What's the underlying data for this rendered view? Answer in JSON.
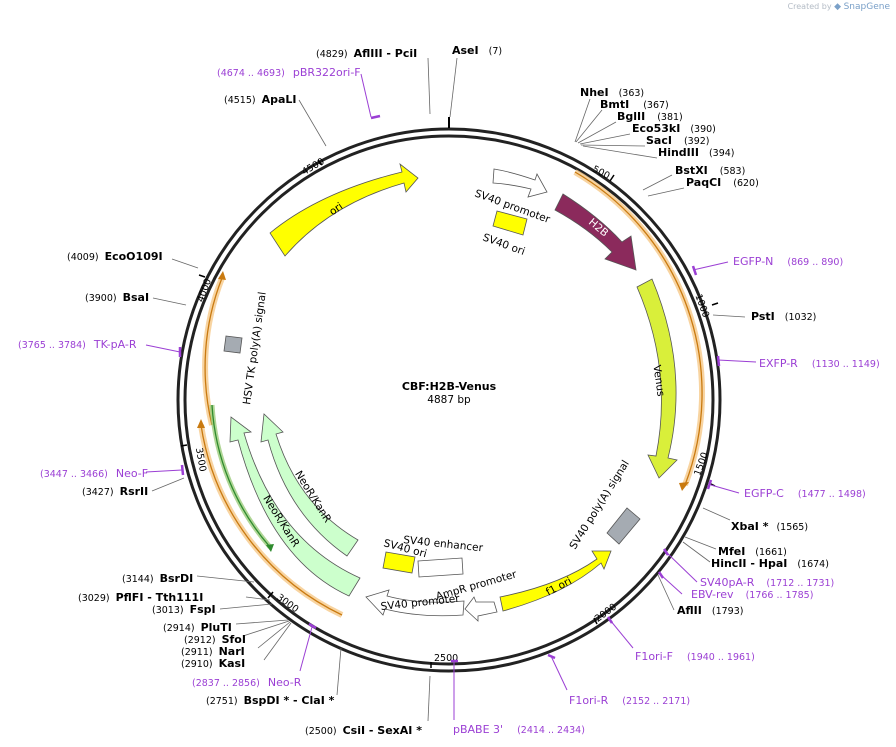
{
  "branding": {
    "created_by": "Created by",
    "app": "SnapGene"
  },
  "plasmid": {
    "name": "CBF:H2B-Venus",
    "length_label": "4887 bp"
  },
  "ruler": [
    "500",
    "1000",
    "1500",
    "2000",
    "2500",
    "3000",
    "3500",
    "4000",
    "4500"
  ],
  "sites": [
    {
      "name": "AseI",
      "pos": "(7)"
    },
    {
      "pos": "(4829)",
      "name": "AflIII  - PciI"
    },
    {
      "name": "NheI",
      "pos": "(363)"
    },
    {
      "name": "BmtI",
      "pos": "(367)"
    },
    {
      "name": "BglII",
      "pos": "(381)"
    },
    {
      "name": "Eco53kI",
      "pos": "(390)"
    },
    {
      "name": "SacI",
      "pos": "(392)"
    },
    {
      "name": "HindIII",
      "pos": "(394)"
    },
    {
      "name": "BstXI",
      "pos": "(583)"
    },
    {
      "name": "PaqCI",
      "pos": "(620)"
    },
    {
      "name": "PstI",
      "pos": "(1032)"
    },
    {
      "name": "XbaI *",
      "pos": "(1565)"
    },
    {
      "name": "MfeI",
      "pos": "(1661)"
    },
    {
      "name": "HincII  - HpaI",
      "pos": "(1674)"
    },
    {
      "name": "AflII",
      "pos": "(1793)"
    },
    {
      "pos": "(2500)",
      "name": "CsiI  - SexAI *"
    },
    {
      "pos": "(2751)",
      "name": "BspDI *  - ClaI *"
    },
    {
      "pos": "(2910)",
      "name": "KasI"
    },
    {
      "pos": "(2911)",
      "name": "NarI"
    },
    {
      "pos": "(2912)",
      "name": "SfoI"
    },
    {
      "pos": "(2914)",
      "name": "PluTI"
    },
    {
      "pos": "(3013)",
      "name": "FspI"
    },
    {
      "pos": "(3029)",
      "name": "PflFI  - Tth111I"
    },
    {
      "pos": "(3144)",
      "name": "BsrDI"
    },
    {
      "pos": "(3427)",
      "name": "RsrII"
    },
    {
      "pos": "(3900)",
      "name": "BsaI"
    },
    {
      "pos": "(4009)",
      "name": "EcoO109I"
    },
    {
      "pos": "(4515)",
      "name": "ApaLI"
    }
  ],
  "primers": [
    {
      "range": "(4674 .. 4693)",
      "name": "pBR322ori-F"
    },
    {
      "name": "EGFP-N",
      "range": "(869 .. 890)"
    },
    {
      "name": "EXFP-R",
      "range": "(1130 .. 1149)"
    },
    {
      "name": "EGFP-C",
      "range": "(1477 .. 1498)"
    },
    {
      "name": "SV40pA-R",
      "range": "(1712 .. 1731)"
    },
    {
      "name": "EBV-rev",
      "range": "(1766 .. 1785)"
    },
    {
      "name": "F1ori-F",
      "range": "(1940 .. 1961)"
    },
    {
      "name": "F1ori-R",
      "range": "(2152 .. 2171)"
    },
    {
      "name": "pBABE 3'",
      "range": "(2414 .. 2434)"
    },
    {
      "range": "(2837 .. 2856)",
      "name": "Neo-R"
    },
    {
      "range": "(3447 .. 3466)",
      "name": "Neo-F"
    },
    {
      "range": "(3765 .. 3784)",
      "name": "TK-pA-R"
    }
  ],
  "features": {
    "sv40_promoter_top": "SV40 promoter",
    "sv40_ori_top": "SV40 ori",
    "h2b": "H2B",
    "venus": "Venus",
    "sv40_polya": "SV40 poly(A) signal",
    "f1_ori": "f1 ori",
    "ampr_promoter": "AmpR promoter",
    "sv40_promoter_bottom": "SV40 promoter",
    "sv40_enhancer": "SV40 enhancer",
    "sv40_ori_bottom": "SV40 ori",
    "neo_kan_outer": "NeoR/KanR",
    "neo_kan_inner": "NeoR/KanR",
    "hsv_tk": "HSV TK poly(A) signal",
    "ori": "ori"
  },
  "colors": {
    "backbone": "#222222",
    "feature_yellow": "#ffff00",
    "h2b": "#8b2a5c",
    "venus": "#d9ef3a",
    "neo": "#ccffcc",
    "grey": "#a5abb2",
    "orf_orange": "#f0a030",
    "orf_green": "#2e8b2e",
    "primer": "#9b3fd4"
  }
}
